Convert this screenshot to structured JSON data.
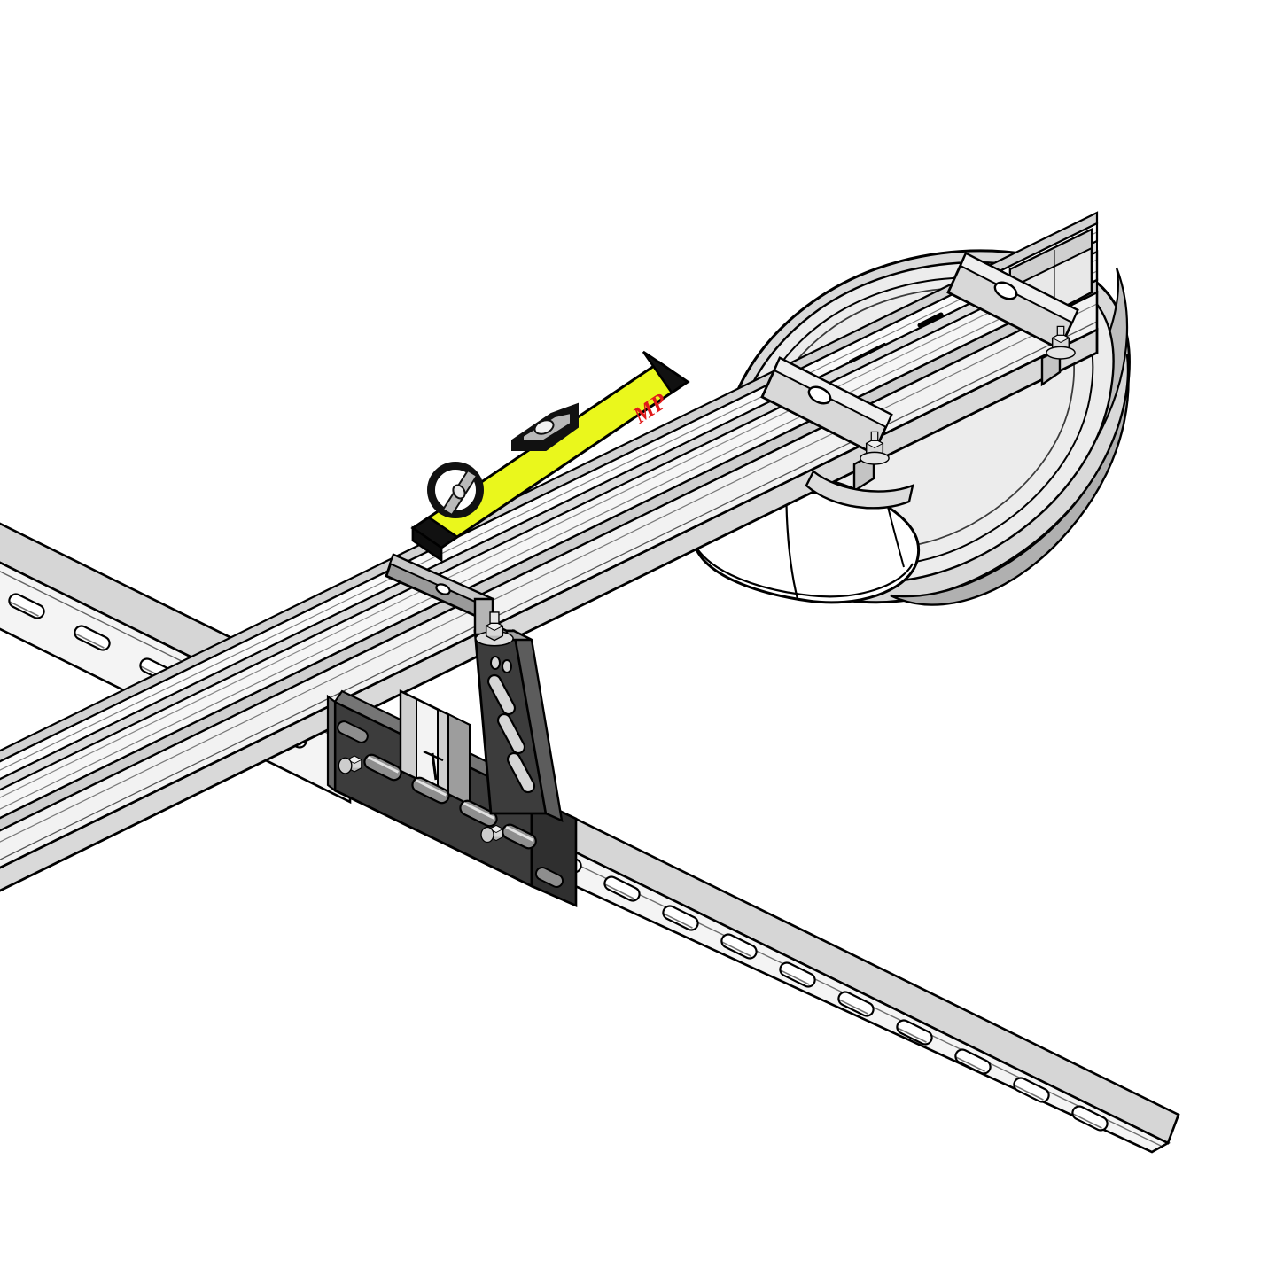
{
  "illustration": {
    "title": "Garage door opener rail leveling / mounting assembly",
    "style": "technical line drawing, isometric view",
    "background_color": "#ffffff",
    "line_color": "#000000"
  },
  "palette": {
    "white": "#ffffff",
    "outline": "#000000",
    "rail_light": "#f2f2f2",
    "rail_mid": "#e2e2e2",
    "rail_shade": "#d2d2d2",
    "strut_face": "#f4f4f4",
    "strut_top": "#d8d8d8",
    "bracket_dark": "#3a3a3a",
    "bracket_mid": "#555555",
    "bracket_light": "#8d8d8d",
    "housing_light": "#ececec",
    "housing_mid": "#d9d9d9",
    "housing_dark": "#b4b4b4",
    "metal_strap": "#d0d0d0",
    "level_yellow": "#eaf71c",
    "level_cap": "#111111",
    "logo_red": "#e01a1a",
    "vial_gray": "#b9b9b9",
    "bolt_gray": "#cccccc"
  },
  "parts": [
    {
      "id": "opener-motor-head",
      "name": "Garage door opener motor head",
      "description": "Oval drive unit housing with curved shell and integrated light lens",
      "shading": "top surface light gray, lower-right flank darker gray"
    },
    {
      "id": "light-lens",
      "name": "Light lens cover",
      "description": "White translucent rounded lamp cover at the front underside of the motor head"
    },
    {
      "id": "opener-rail",
      "name": "Extruded aluminum drive rail",
      "description": "Long T-shaped rail profile with multiple parallel ribs running diagonally from lower-left to the motor head at upper-right"
    },
    {
      "id": "rail-strap-rear",
      "name": "Rail mounting strap (rear, at motor head)",
      "description": "Flat metal strap wrapping the rail with a through hole and a hex bolt"
    },
    {
      "id": "rail-strap-front",
      "name": "Rail mounting strap (front, at motor head)",
      "description": "Flat metal strap wrapping the rail with a through hole and a hex bolt"
    },
    {
      "id": "rail-strap-hanger",
      "name": "Rail hanger strap",
      "description": "U-shaped strap clamped over the rail, bolted to the triangular gusset below"
    },
    {
      "id": "gusset-plate",
      "name": "Triangular gusset bracket",
      "description": "Dark gray tapered plate with three elongated slots and two small round holes"
    },
    {
      "id": "angle-bracket",
      "name": "Slotted angle mounting bracket",
      "description": "Dark gray L-shaped perforated bracket with slotted holes joining the rail hanger to the lower strut channel"
    },
    {
      "id": "strut-upper-left",
      "name": "Slotted strut channel (upper left)",
      "description": "Perforated metal strut running to the upper-left, with evenly spaced oval slots"
    },
    {
      "id": "strut-lower-right",
      "name": "Slotted strut channel (lower right)",
      "description": "Perforated metal strut running to the lower-right, with evenly spaced oval slots"
    },
    {
      "id": "spirit-level",
      "name": "Spirit level (bubble level)",
      "description": "Yellow rectangular spirit level with black end caps, laid on top of the drive rail to check that it is level",
      "vials": [
        {
          "type": "circular-vial",
          "shape": "round window with diagonal tube and bubble"
        },
        {
          "type": "horizontal-vial",
          "shape": "rectangular window with bubble"
        }
      ],
      "brand_logo": "MP"
    },
    {
      "id": "hex-bolts",
      "name": "Hex head bolts and washers",
      "count": 5,
      "description": "Fasteners joining the straps, gusset and angle bracket"
    }
  ],
  "spirit_level": {
    "body_color": "#eaf71c",
    "end_cap_color": "#111111",
    "logo_text": "MP",
    "logo_color": "#e01a1a"
  },
  "annotations": {
    "has_text_callouts": false,
    "has_numbers": false,
    "visible_text": [
      "MP"
    ]
  }
}
